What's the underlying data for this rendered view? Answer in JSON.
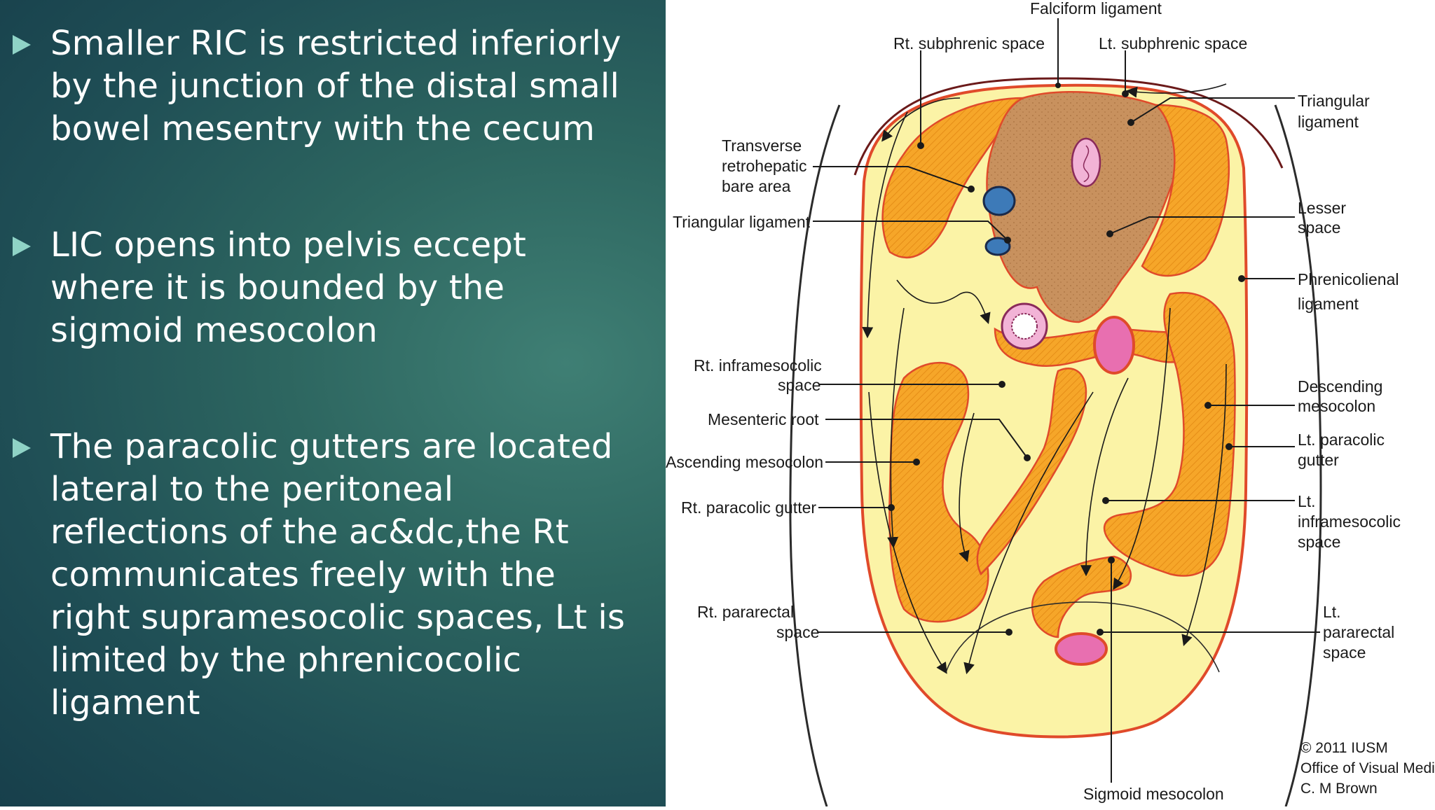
{
  "bullets": [
    {
      "text": "Smaller RIC  is restricted inferiorly\nby the junction of the distal small\nbowel mesentry with the cecum"
    },
    {
      "text": " LIC opens into pelvis eccept\nwhere it is  bounded by the\nsigmoid mesocolon"
    },
    {
      "text": "The paracolic gutters are located\nlateral to the peritoneal\nreflections of the ac&dc,the Rt\ncommunicates freely with the\nright supramesocolic spaces, Lt is\nlimited by the phrenicocolic\nligament"
    }
  ],
  "diagram": {
    "labels": {
      "falciform": "Falciform ligament",
      "rt_subphrenic": "Rt. subphrenic space",
      "lt_subphrenic": "Lt. subphrenic space",
      "triangular_right_1": "Triangular",
      "triangular_right_2": "ligament",
      "transverse_1": "Transverse",
      "transverse_2": "retrohepatic",
      "transverse_3": "bare area",
      "triangular_left": "Triangular ligament",
      "lesser_1": "Lesser",
      "lesser_2": "space",
      "phrenicolienal_1": "Phrenicolienal",
      "phrenicolienal_2": "ligament",
      "rt_inframesocolic_1": "Rt. inframesocolic",
      "rt_inframesocolic_2": "space",
      "mesenteric_root": "Mesenteric root",
      "ascending_mesocolon": "Ascending mesocolon",
      "rt_paracolic": "Rt. paracolic gutter",
      "descending_1": "Descending",
      "descending_2": "mesocolon",
      "lt_paracolic_1": "Lt. paracolic",
      "lt_paracolic_2": "gutter",
      "lt_inframesocolic_1": "Lt.",
      "lt_inframesocolic_2": "inframesocolic",
      "lt_inframesocolic_3": "space",
      "rt_pararectal_1": "Rt. pararectal",
      "rt_pararectal_2": "space",
      "lt_pararectal_1": "Lt.",
      "lt_pararectal_2": "pararectal",
      "lt_pararectal_3": "space",
      "sigmoid_mesocolon": "Sigmoid mesocolon"
    },
    "credit": {
      "line1": "© 2011 IUSM",
      "line2": "Office of Visual Media",
      "line3": "C. M Brown"
    },
    "colors": {
      "background_panel": "#1f4e55",
      "peritoneal_space": "#fbf3a6",
      "mesentery": "#f4a526",
      "liver_bare_area": "#c8915e",
      "vessel": "#3d7ab8",
      "bowel": "#e86fb0",
      "outline": "#e04a2a"
    }
  }
}
